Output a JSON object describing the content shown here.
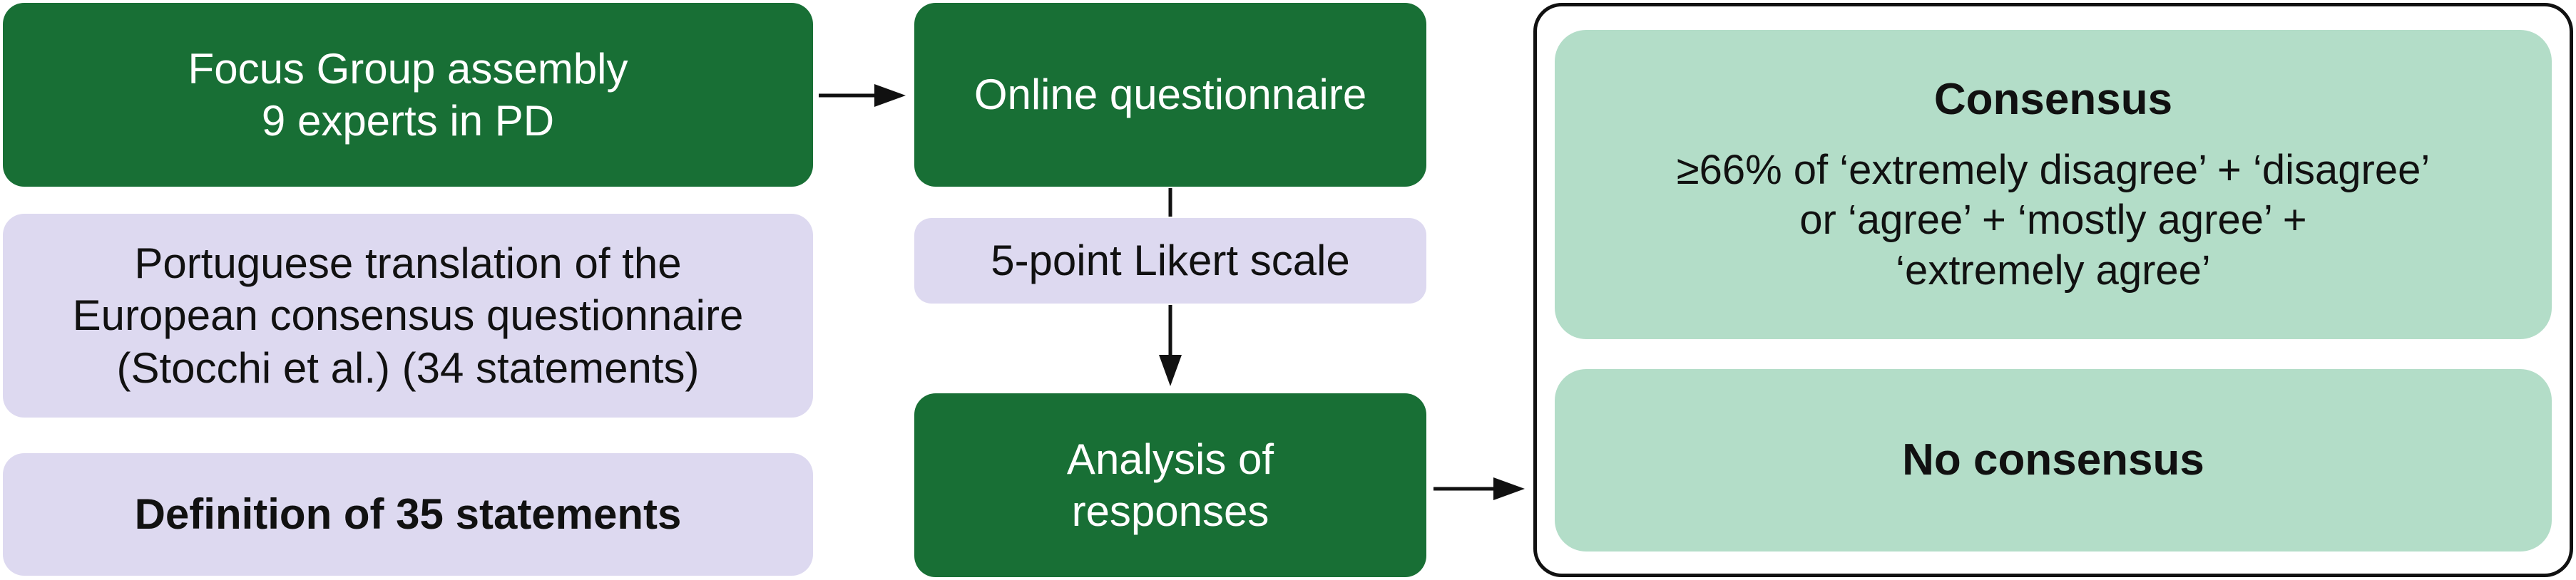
{
  "focus_group": {
    "line1": "Focus Group assembly",
    "line2": "9 experts in PD"
  },
  "translation": {
    "line1": "Portuguese translation of the",
    "line2": "European consensus questionnaire",
    "line3": "(Stocchi et al.) (34 statements)"
  },
  "definition": {
    "label": "Definition of 35 statements"
  },
  "online": {
    "label": "Online questionnaire"
  },
  "likert": {
    "label": "5-point Likert scale"
  },
  "analysis": {
    "line1": "Analysis of",
    "line2": "responses"
  },
  "consensus": {
    "title": "Consensus",
    "line1": "≥66% of ‘extremely disagree’ + ‘disagree’",
    "line2": "or ‘agree’ + ‘mostly agree’ +",
    "line3": "‘extremely agree’"
  },
  "no_consensus": {
    "title": "No consensus"
  },
  "colors": {
    "dark_green": "#186f35",
    "lavender": "#ddd9f0",
    "mint": "#b3ddc8",
    "outline": "#111111"
  }
}
